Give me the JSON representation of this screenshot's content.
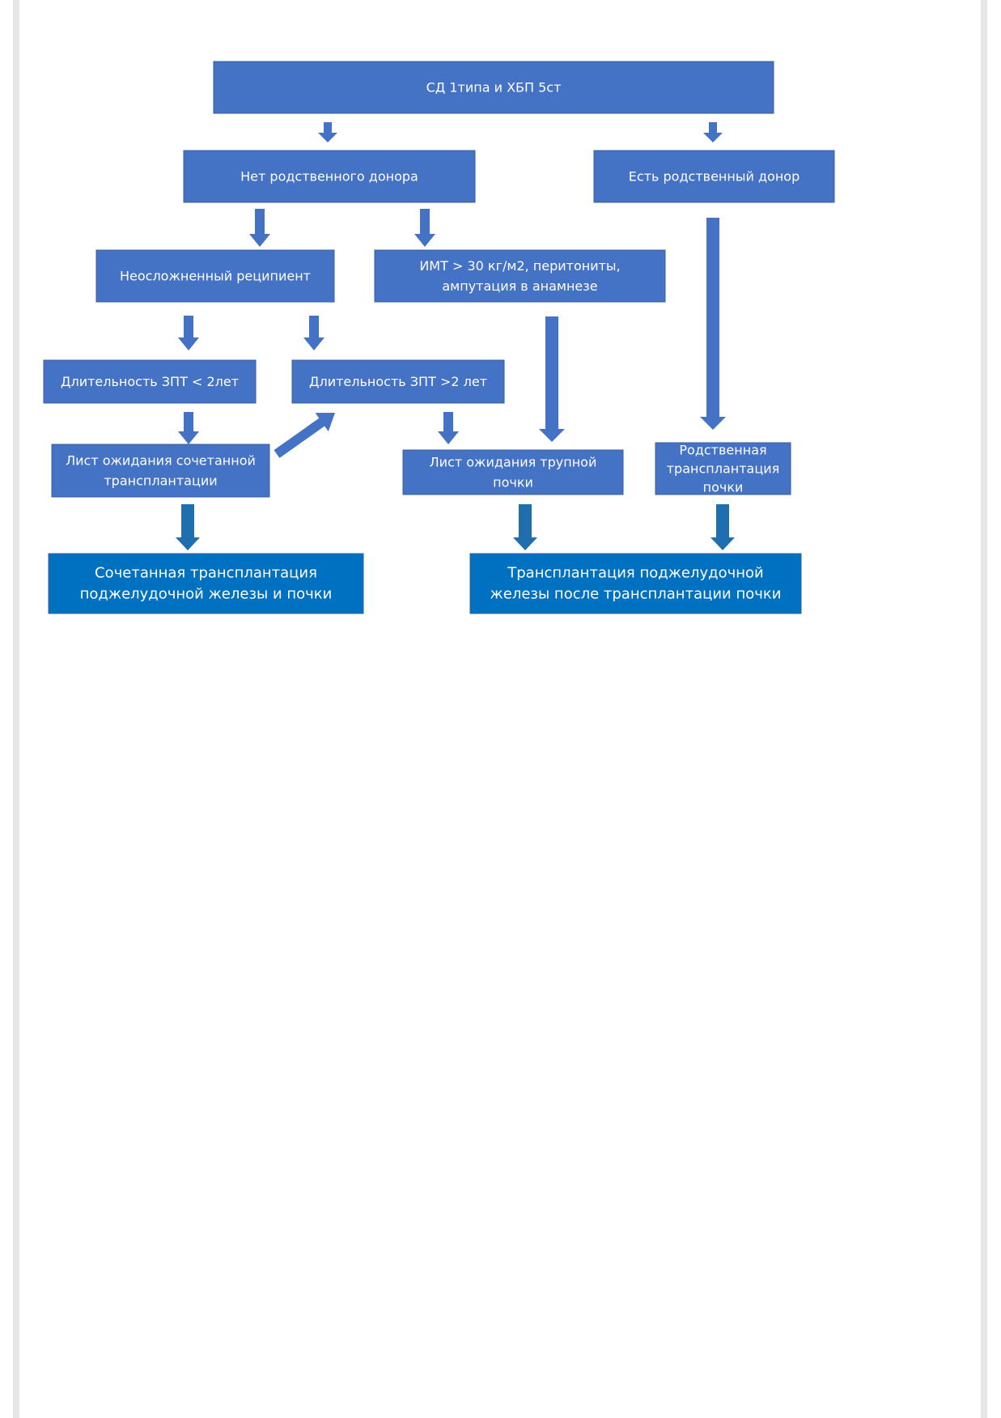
{
  "colors": {
    "box": "#4472C4",
    "box_dark": "#0070C0",
    "box_border": "#3a5f9f",
    "arrow": "#4472C4",
    "arrow_dark": "#1f6fae"
  },
  "nodes": {
    "root": [
      "СД 1типа и ХБП 5ст"
    ],
    "no_donor": [
      "Нет родственного донора"
    ],
    "has_donor": [
      "Есть родственный донор"
    ],
    "uncomplicated": [
      "Неосложненный реципиент"
    ],
    "bmi": [
      "ИМТ > 30 кг/м2, перитониты,",
      "ампутация  в анамнезе"
    ],
    "rrt_lt2": [
      "Длительность ЗПТ < 2лет"
    ],
    "rrt_gt2": [
      "Длительность ЗПТ >2 лет"
    ],
    "waitlist_combined": [
      "Лист ожидания сочетанной",
      "трансплантации"
    ],
    "waitlist_kidney": [
      "Лист ожидания трупной",
      "почки"
    ],
    "related_tx": [
      "Родственная",
      "трансплантация",
      "почки"
    ],
    "spk": [
      "Сочетанная трансплантация",
      "поджелудочной железы и почки"
    ],
    "pak": [
      "Трансплантация поджелудочной",
      "железы после трансплантации почки"
    ]
  }
}
